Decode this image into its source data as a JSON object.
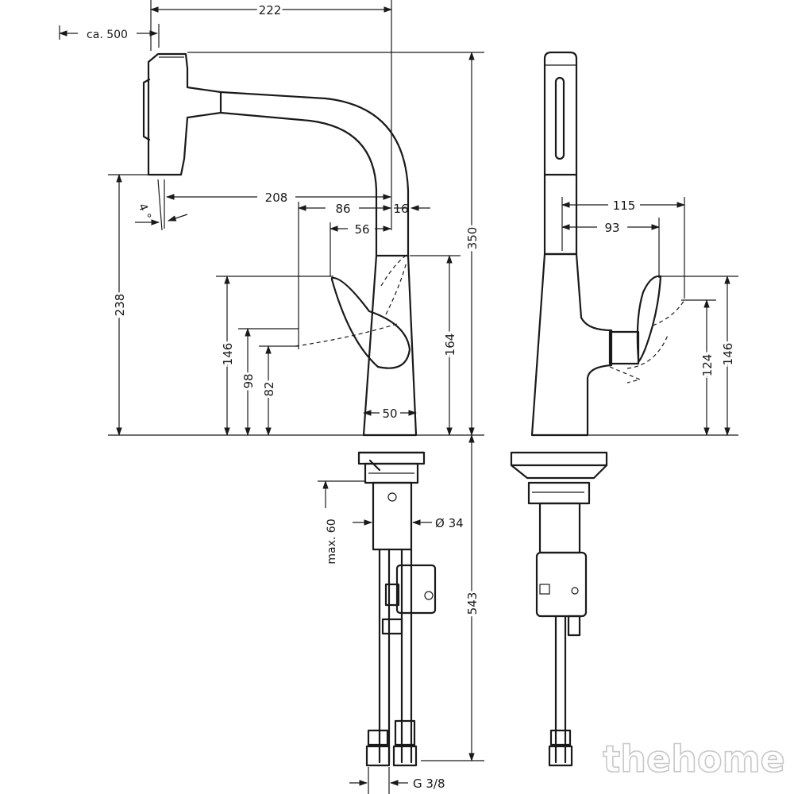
{
  "dimensions": {
    "d222": "222",
    "d500": "ca. 500",
    "d208": "208",
    "d86": "86",
    "d16": "16",
    "d56": "56",
    "d4deg": "4 °",
    "d350": "350",
    "d238": "238",
    "d146l": "146",
    "d98": "98",
    "d82": "82",
    "d164": "164",
    "d50": "50",
    "dmax60": "max. 60",
    "d34": "Ø 34",
    "d543": "543",
    "dg38": "G 3/8",
    "d115": "115",
    "d93": "93",
    "d124": "124",
    "d146r": "146"
  },
  "watermark": "thehome"
}
